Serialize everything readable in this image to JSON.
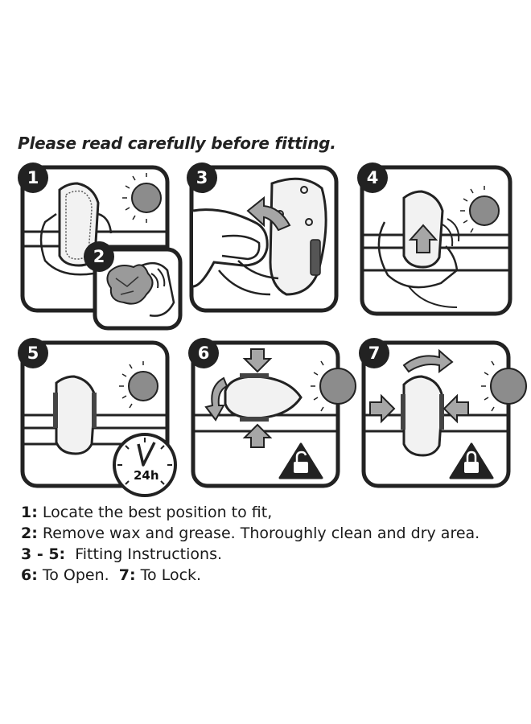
{
  "heading": "Please read carefully before fitting.",
  "panels": [
    {
      "badge": "1",
      "sub_badge": "2"
    },
    {
      "badge": "3"
    },
    {
      "badge": "4"
    },
    {
      "badge": "5",
      "clock_label": "24h"
    },
    {
      "badge": "6"
    },
    {
      "badge": "7"
    }
  ],
  "instructions": [
    {
      "num": "1:",
      "text": " Locate the best position to fit,"
    },
    {
      "num": "2:",
      "text": " Remove wax and grease. Thoroughly clean and dry area."
    },
    {
      "num": "3 - 5:",
      "text": "  Fitting Instructions."
    },
    {
      "num": "6:",
      "text": " To Open.  ",
      "num2": "7:",
      "text2": " To Lock."
    }
  ],
  "colors": {
    "ink": "#222222",
    "sun_fill": "#8c8c8c",
    "arrow_fill": "#a6a6a6",
    "mirror_fill": "#f2f2f2"
  },
  "icons": [
    "sun-icon",
    "hand-icon",
    "cloth-icon",
    "arrow-icon",
    "padlock-warning-icon",
    "clock-icon"
  ]
}
